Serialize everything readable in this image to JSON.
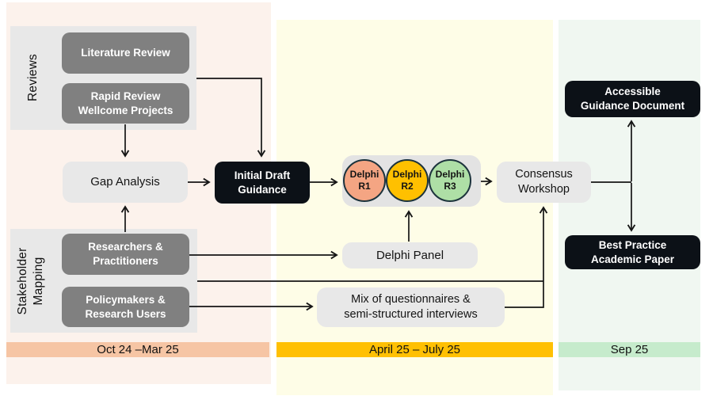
{
  "palette": {
    "group_container_bg": "#E8E8E8",
    "group_box_bg": "#808080",
    "process_box_bg": "#E8E8E8",
    "milestone_box_bg": "#0C1117",
    "delphi_container_bg": "#E3E3E3",
    "circle_border": "#1C333C"
  },
  "phases": [
    {
      "label": "Oct 24 –Mar 25",
      "bar_color": "#F6C5A4",
      "column_color": "#FCF2EC"
    },
    {
      "label": "April 25 – July 25",
      "bar_color": "#FFC003",
      "column_color": "#FEFDE7"
    },
    {
      "label": "Sep 25",
      "bar_color": "#C6EBCC",
      "column_color": "#F0F7F1"
    }
  ],
  "groups": {
    "reviews": {
      "label": "Reviews",
      "items": [
        {
          "label": "Literature Review"
        },
        {
          "label": "Rapid Review\nWellcome Projects"
        }
      ]
    },
    "stakeholder_mapping": {
      "label": "Stakeholder\nMapping",
      "items": [
        {
          "label": "Researchers &\nPractitioners"
        },
        {
          "label": "Policymakers &\nResearch Users"
        }
      ]
    }
  },
  "nodes": {
    "gap_analysis": {
      "label": "Gap Analysis"
    },
    "initial_draft_guidance": {
      "label": "Initial Draft\nGuidance"
    },
    "delphi_rounds": [
      {
        "label": "Delphi\nR1",
        "color": "#F4A583"
      },
      {
        "label": "Delphi\nR2",
        "color": "#FFC000"
      },
      {
        "label": "Delphi\nR3",
        "color": "#AEDFA6"
      }
    ],
    "delphi_panel": {
      "label": "Delphi Panel"
    },
    "mixed_methods": {
      "label": "Mix of questionnaires &\nsemi-structured interviews"
    },
    "consensus_workshop": {
      "label": "Consensus\nWorkshop"
    },
    "accessible_guidance_document": {
      "label": "Accessible\nGuidance Document"
    },
    "best_practice_academic_paper": {
      "label": "Best Practice\nAcademic Paper"
    }
  }
}
